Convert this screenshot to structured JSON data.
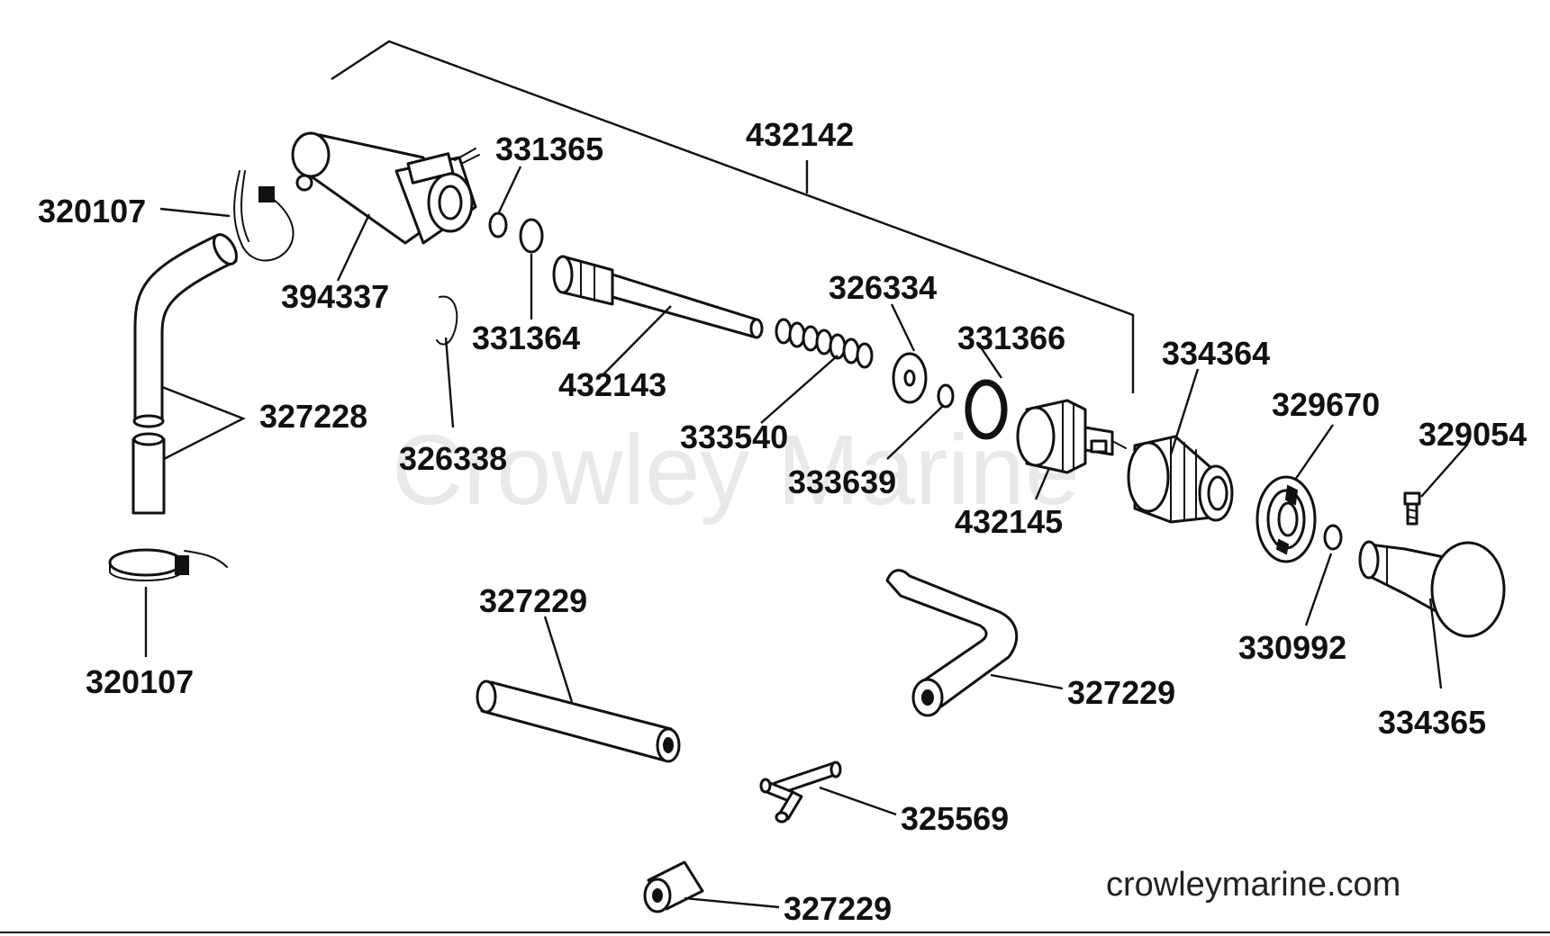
{
  "watermark": "Crowley Marine",
  "site_url": "crowleymarine.com",
  "labels": {
    "p432142": "432142",
    "p331365": "331365",
    "p320107_top": "320107",
    "p394337": "394337",
    "p331364": "331364",
    "p432143": "432143",
    "p326334": "326334",
    "p331366": "331366",
    "p334364": "334364",
    "p329670": "329670",
    "p329054": "329054",
    "p327228": "327228",
    "p326338": "326338",
    "p333540": "333540",
    "p333639": "333639",
    "p432145": "432145",
    "p320107_bottom": "320107",
    "p327229_left": "327229",
    "p327229_right": "327229",
    "p330992": "330992",
    "p334365": "334365",
    "p325569": "325569",
    "p327229_bottom": "327229"
  }
}
